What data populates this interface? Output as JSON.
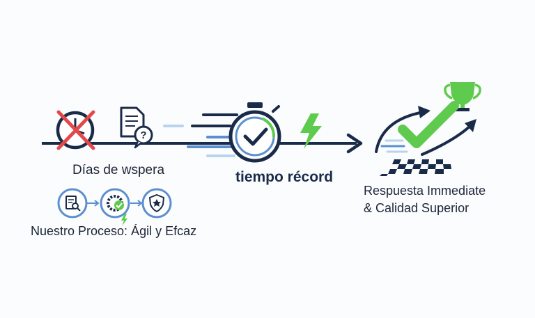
{
  "labels": {
    "waiting": "Días de wspera",
    "process": "Nuestro Proceso: Ágil y Efcaz",
    "record": "tiempo récord",
    "result_line1": "Respuesta Immediate",
    "result_line2": "& Calidad Superior"
  },
  "icons": [
    "crossed-clock-icon",
    "document-question-icon",
    "stopwatch-check-icon",
    "lightning-icon",
    "trophy-icon",
    "checkmark-icon",
    "finish-flag-icon",
    "magnifier-document-icon",
    "gear-check-icon",
    "shield-star-icon"
  ],
  "colors": {
    "navy": "#1a2b4a",
    "red": "#e2494a",
    "green": "#5fcb4e",
    "light_blue": "#5b8fd0",
    "pale_blue": "#b9d3ef"
  }
}
